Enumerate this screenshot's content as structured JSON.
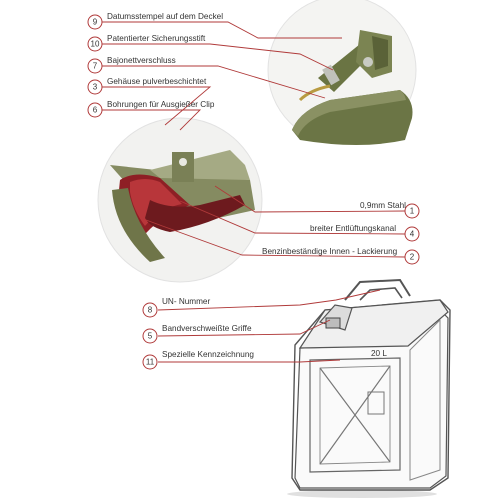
{
  "diagram": {
    "callouts": [
      {
        "id": "datumsstempel",
        "number": "9",
        "label": "Datumsstempel auf dem Deckel"
      },
      {
        "id": "sicherungsstift",
        "number": "10",
        "label": "Patentierter Sicherungsstift"
      },
      {
        "id": "bajonettverschluss",
        "number": "7",
        "label": "Bajonettverschluss"
      },
      {
        "id": "gehaeuse",
        "number": "3",
        "label": "Gehäuse pulverbeschichtet"
      },
      {
        "id": "bohrungen",
        "number": "6",
        "label": "Bohrungen für Ausgießer Clip"
      },
      {
        "id": "stahl",
        "number": "1",
        "label": "0,9mm Stahl"
      },
      {
        "id": "entlueftungskanal",
        "number": "4",
        "label": "breiter Entlüftungskanal"
      },
      {
        "id": "lackierung",
        "number": "2",
        "label": "Benzinbeständige  Innen - Lackierung"
      },
      {
        "id": "un-nummer",
        "number": "8",
        "label": "UN- Nummer"
      },
      {
        "id": "griffe",
        "number": "5",
        "label": "Bandverschweißte Griffe"
      },
      {
        "id": "kennzeichnung",
        "number": "11",
        "label": "Spezielle Kennzeichnung"
      }
    ],
    "canister_marking": "20 L",
    "colors": {
      "leader": "#b03a3a",
      "text": "#333333",
      "olive": "#5f6a3f",
      "olive_light": "#8a9163",
      "interior_red": "#8e1f25",
      "outline": "#555555"
    }
  }
}
